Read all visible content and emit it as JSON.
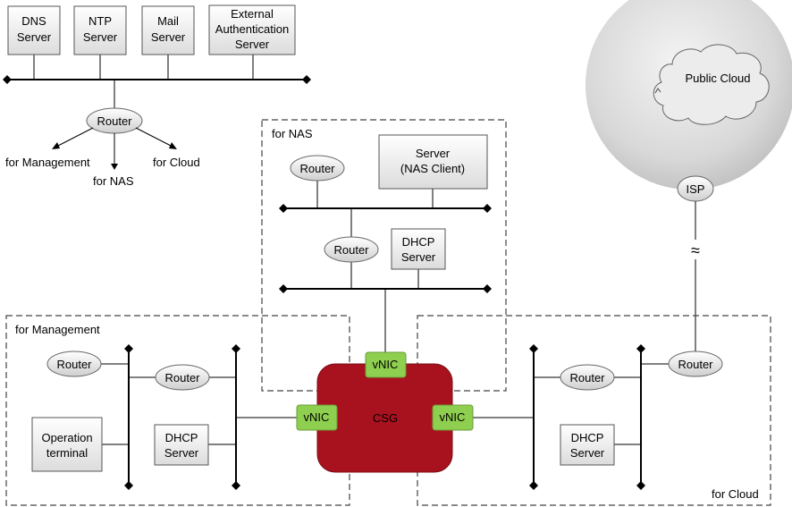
{
  "servers": {
    "dns": [
      "DNS",
      "Server"
    ],
    "ntp": [
      "NTP",
      "Server"
    ],
    "mail": [
      "Mail",
      "Server"
    ],
    "ext_auth": [
      "External",
      "Authentication",
      "Server"
    ]
  },
  "top_router": "Router",
  "top_branches": {
    "management": "for Management",
    "nas": "for NAS",
    "cloud": "for Cloud"
  },
  "nas_zone": {
    "label": "for NAS",
    "router_upper": "Router",
    "server": [
      "Server",
      "(NAS Client)"
    ],
    "router_lower": "Router",
    "dhcp": [
      "DHCP",
      "Server"
    ]
  },
  "mgmt_zone": {
    "label": "for Management",
    "router_left": "Router",
    "router_right": "Router",
    "terminal": [
      "Operation",
      "terminal"
    ],
    "dhcp": [
      "DHCP",
      "Server"
    ]
  },
  "cloud_zone": {
    "label": "for Cloud",
    "router_left": "Router",
    "router_right": "Router",
    "dhcp": [
      "DHCP",
      "Server"
    ]
  },
  "csg": {
    "label": "CSG",
    "vnic_top": "vNIC",
    "vnic_left": "vNIC",
    "vnic_right": "vNIC"
  },
  "public_cloud": {
    "cloud_label": "Public Cloud",
    "isp": "ISP",
    "link_symbol": "≈"
  },
  "colors": {
    "csg_fill": "#a8121e",
    "vnic_fill": "#8fcf4f"
  }
}
